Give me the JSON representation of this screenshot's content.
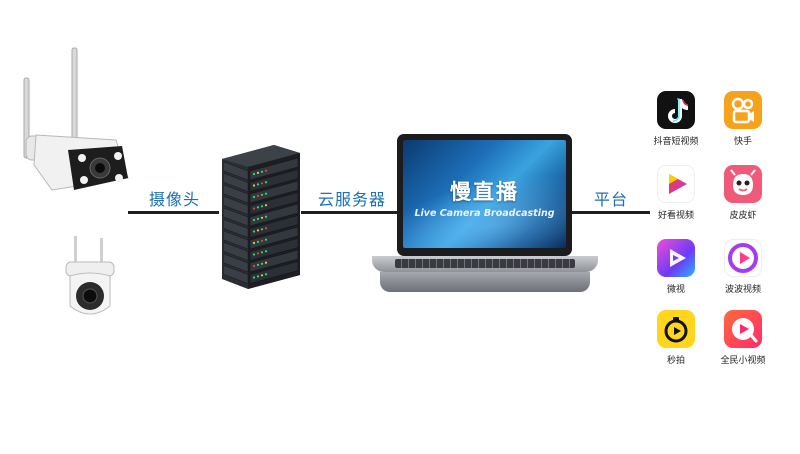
{
  "edges": {
    "camera_label": "摄像头",
    "cloud_label": "云服务器",
    "platform_label": "平台"
  },
  "laptop": {
    "screen_title": "慢直播",
    "screen_subtitle": "Live Camera Broadcasting"
  },
  "apps": [
    {
      "label": "抖音短视频",
      "icon": "douyin-icon",
      "color": "#111111"
    },
    {
      "label": "快手",
      "icon": "kuaishou-icon",
      "color": "#f7a21b"
    },
    {
      "label": "好看视频",
      "icon": "haokan-icon",
      "color": "#ffffff"
    },
    {
      "label": "皮皮虾",
      "icon": "pipixia-icon",
      "color": "#f05a7a"
    },
    {
      "label": "微视",
      "icon": "weishi-icon",
      "color": "#8a3cf0"
    },
    {
      "label": "波波视频",
      "icon": "bobo-icon",
      "color": "#ffffff"
    },
    {
      "label": "秒拍",
      "icon": "miaopai-icon",
      "color": "#ffd51e"
    },
    {
      "label": "全民小视频",
      "icon": "quanmin-icon",
      "color": "#ff3b6a"
    }
  ],
  "colors": {
    "label_blue": "#1a6fb5",
    "wire": "#1f1f1f"
  }
}
